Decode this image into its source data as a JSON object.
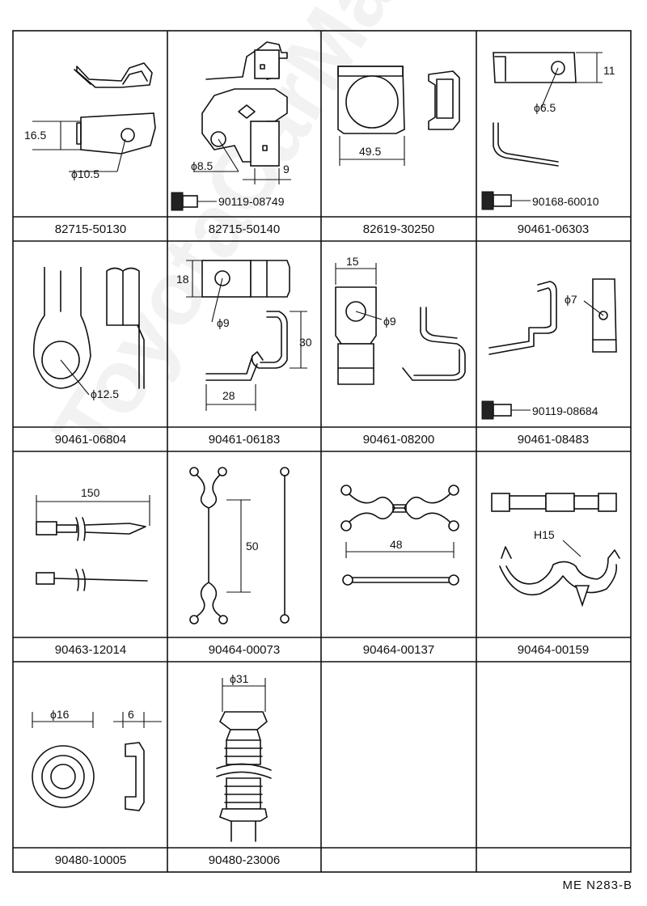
{
  "parts": [
    {
      "part_no": "82715-50130",
      "dims": [
        "16.5",
        "ϕ10.5"
      ]
    },
    {
      "part_no": "82715-50140",
      "dims": [
        "ϕ8.5",
        "9"
      ],
      "sub_part": "90119-08749"
    },
    {
      "part_no": "82619-30250",
      "dims": [
        "49.5"
      ]
    },
    {
      "part_no": "90461-06303",
      "dims": [
        "11",
        "ϕ6.5"
      ],
      "sub_part": "90168-60010"
    },
    {
      "part_no": "90461-06804",
      "dims": [
        "ϕ12.5"
      ]
    },
    {
      "part_no": "90461-06183",
      "dims": [
        "18",
        "ϕ9",
        "30",
        "28"
      ]
    },
    {
      "part_no": "90461-08200",
      "dims": [
        "15",
        "ϕ9"
      ]
    },
    {
      "part_no": "90461-08483",
      "dims": [
        "ϕ7"
      ],
      "sub_part": "90119-08684"
    },
    {
      "part_no": "90463-12014",
      "dims": [
        "150"
      ]
    },
    {
      "part_no": "90464-00073",
      "dims": [
        "50"
      ]
    },
    {
      "part_no": "90464-00137",
      "dims": [
        "48"
      ]
    },
    {
      "part_no": "90464-00159",
      "dims": [
        "H15"
      ]
    },
    {
      "part_no": "90480-10005",
      "dims": [
        "ϕ16",
        "6"
      ]
    },
    {
      "part_no": "90480-23006",
      "dims": [
        "ϕ31"
      ]
    },
    {
      "part_no": ""
    },
    {
      "part_no": ""
    }
  ],
  "footer": "ME N283-B",
  "watermark": "ToyotaCarManual.ru"
}
